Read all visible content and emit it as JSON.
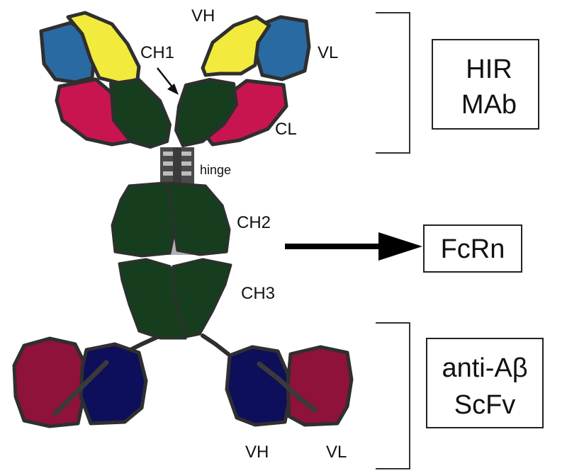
{
  "labels": {
    "vh_top": "VH",
    "vl_top": "VL",
    "ch1": "CH1",
    "cl": "CL",
    "hinge": "hinge",
    "ch2": "CH2",
    "ch3": "CH3",
    "vh_bottom": "VH",
    "vl_bottom": "VL"
  },
  "boxes": {
    "hir_line1": "HIR",
    "hir_line2": "MAb",
    "fcrn": "FcRn",
    "scfv_line1": "anti-Aβ",
    "scfv_line2": "ScFv"
  },
  "colors": {
    "vh_heavy_variable": "#f2ea3c",
    "vl_light_variable": "#2a6aa3",
    "cl_light_constant": "#c8154f",
    "heavy_constant": "#173d1f",
    "scfv_vh": "#0d0f5a",
    "scfv_vl": "#8e1239",
    "hinge": "#4a4a4a",
    "outline": "#2f2f2f"
  }
}
